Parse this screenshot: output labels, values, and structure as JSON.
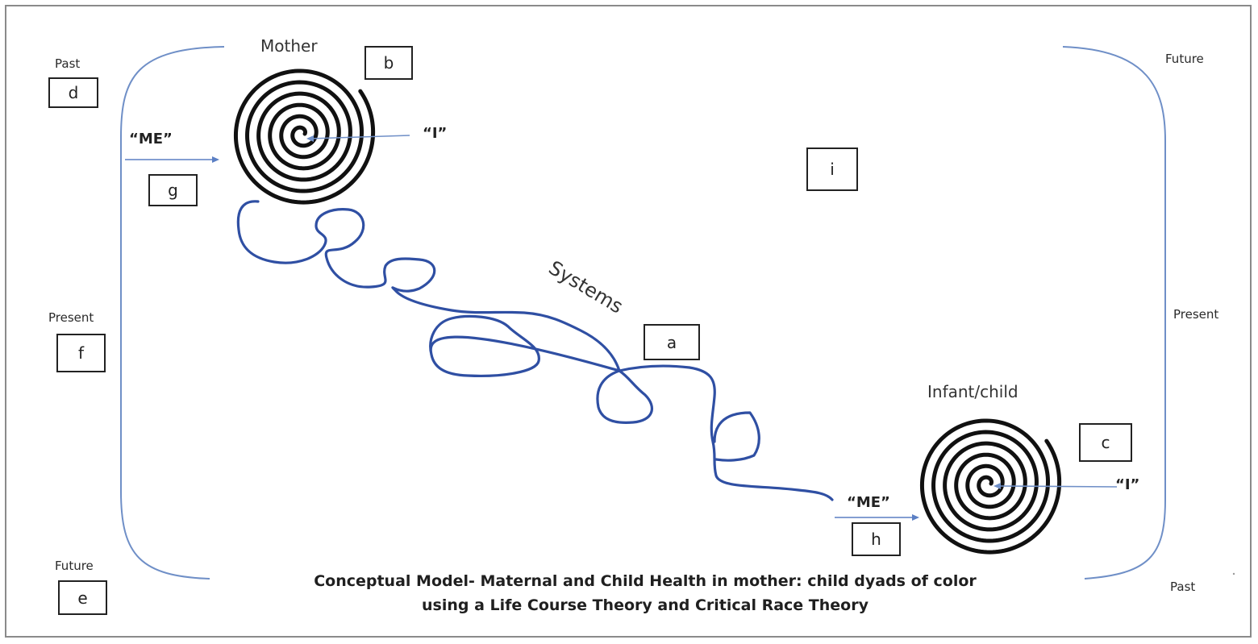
{
  "caption": {
    "line1": "Conceptual Model- Maternal and Child Health in mother: child dyads of color",
    "line2": "using a Life Course Theory and Critical Race Theory"
  },
  "left_timeline": {
    "top": "Past",
    "middle": "Present",
    "bottom": "Future"
  },
  "right_timeline": {
    "top": "Future",
    "middle": "Present",
    "bottom": "Past"
  },
  "mother": {
    "title": "Mother",
    "me_label": "“ME”",
    "i_label": "“I”"
  },
  "child": {
    "title": "Infant/child",
    "me_label": "“ME”",
    "i_label": "“I”"
  },
  "systems_label": "Systems",
  "boxes": {
    "a": "a",
    "b": "b",
    "c": "c",
    "d": "d",
    "e": "e",
    "f": "f",
    "g": "g",
    "h": "h",
    "i": "i"
  },
  "colors": {
    "frame_line": "#6f8fc7",
    "systems_path": "#2f4fa3",
    "spiral": "#111111",
    "arrow": "#5b7fc4",
    "underline_mark": "#d23b2b"
  }
}
